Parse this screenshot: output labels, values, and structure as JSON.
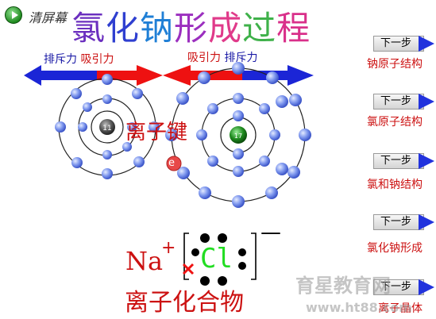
{
  "toolbar": {
    "clear_label": "清屏幕"
  },
  "title": {
    "chars": [
      {
        "text": "氯",
        "color": "#6b2fbf"
      },
      {
        "text": "化",
        "color": "#2f3fd0"
      },
      {
        "text": "钠",
        "color": "#1f7fd6"
      },
      {
        "text": "形",
        "color": "#9b2fbf"
      },
      {
        "text": "成",
        "color": "#e03a8a"
      },
      {
        "text": "过",
        "color": "#3fb14a"
      },
      {
        "text": "程",
        "color": "#d9308a"
      }
    ]
  },
  "forces": {
    "left_repel": "排斥力",
    "left_attract": "吸引力",
    "right_attract": "吸引力",
    "right_repel": "排斥力"
  },
  "diagram": {
    "na_nucleus": "11",
    "cl_nucleus": "17",
    "electron_label": "e",
    "bond_label": "离子键",
    "na_symbol": "Na",
    "na_charge": "+",
    "cl_symbol": "Cl",
    "cl_charge": "—",
    "compound_label": "离子化合物"
  },
  "steps": [
    {
      "button": "下一步",
      "caption": "钠原子结构"
    },
    {
      "button": "下一步",
      "caption": "氯原子结构"
    },
    {
      "button": "下一步",
      "caption": "氯和钠结构"
    },
    {
      "button": "下一步",
      "caption": "氯化钠形成"
    },
    {
      "button": "下一步",
      "caption": "离子晶体"
    }
  ],
  "watermark": {
    "brand": "育星教育网",
    "url": "www.ht88.com"
  },
  "colors": {
    "arrow_blue": "#1b25d6",
    "arrow_red": "#ee1111",
    "electron": "#6f8ff0",
    "step_triangle": "#2233dd"
  }
}
